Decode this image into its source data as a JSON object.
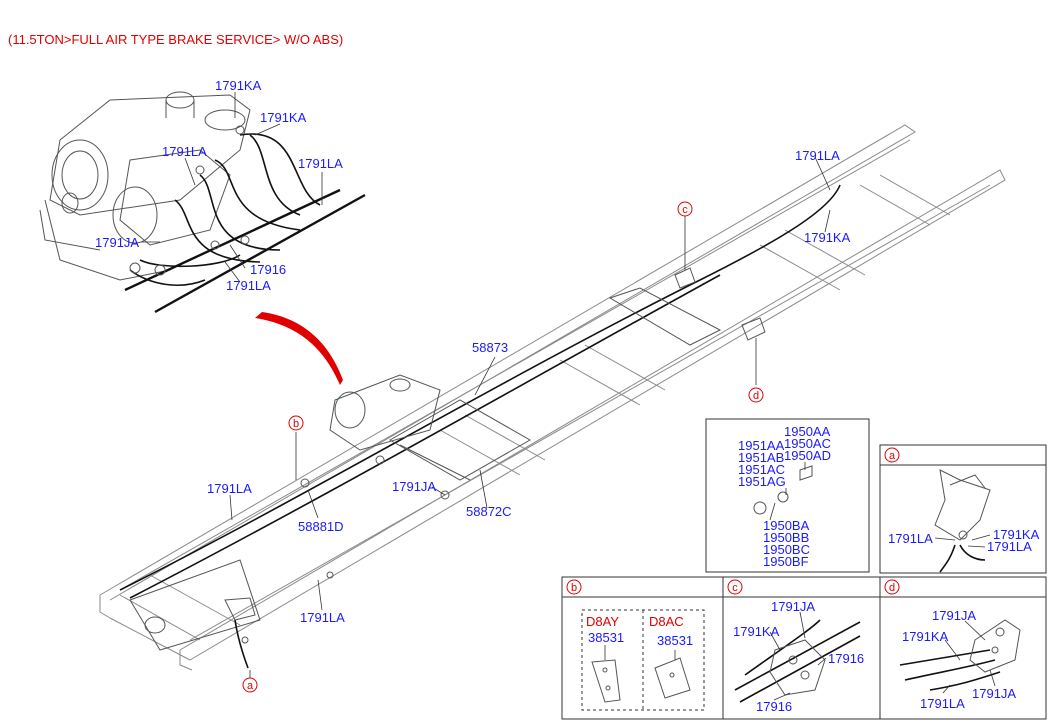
{
  "title": "(11.5TON>FULL AIR TYPE BRAKE SERVICE> W/O ABS)",
  "labels": {
    "tl_1791ka_a": "1791KA",
    "tl_1791ka_b": "1791KA",
    "tl_1791la_a": "1791LA",
    "tl_1791la_b": "1791LA",
    "tl_1791ja": "1791JA",
    "tl_17916": "17916",
    "tl_1791la_c": "1791LA",
    "tr_1791la": "1791LA",
    "tr_1791ka": "1791KA",
    "m_58873": "58873",
    "m_1791la_left": "1791LA",
    "m_58881d": "58881D",
    "m_1791ja": "1791JA",
    "m_58872c": "58872C",
    "m_1791la_bottom": "1791LA"
  },
  "callouts": {
    "a": "a",
    "b": "b",
    "c": "c",
    "d": "d"
  },
  "parts_box": {
    "right_col": [
      "1950AA",
      "1950AC",
      "1950AD"
    ],
    "left_col": [
      "1951AA",
      "1951AB",
      "1951AC",
      "1951AG"
    ],
    "bottom_col": [
      "1950BA",
      "1950BB",
      "1950BC",
      "1950BF"
    ]
  },
  "detail_a": {
    "tag": "a",
    "left": "1791LA",
    "right_top": "1791KA",
    "right_bottom": "1791LA"
  },
  "detail_b": {
    "tag": "b",
    "variant_1": "D8AY",
    "part_1": "38531",
    "variant_2": "D8AC",
    "part_2": "38531"
  },
  "detail_c": {
    "tag": "c",
    "top": "1791JA",
    "left": "1791KA",
    "right": "17916",
    "bottom": "17916"
  },
  "detail_d": {
    "tag": "d",
    "top": "1791JA",
    "left": "1791KA",
    "bottom_left": "1791LA",
    "bottom_right": "1791JA"
  }
}
